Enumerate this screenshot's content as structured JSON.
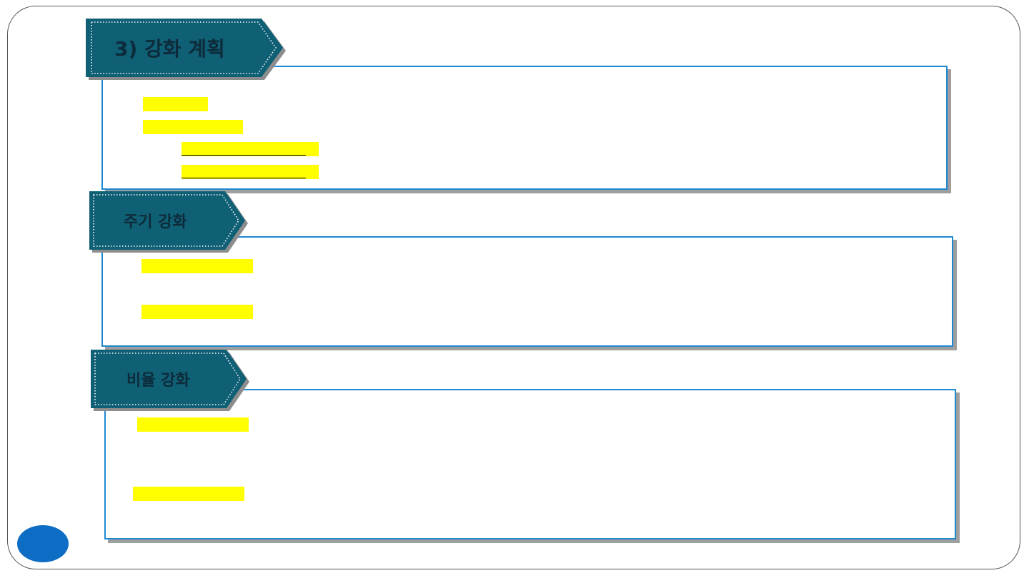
{
  "section_title": "3) 강화 계획",
  "subsections": [
    {
      "title": "주기 강화"
    },
    {
      "title": "비율 강화"
    }
  ],
  "colors": {
    "tab_fill": "#0f5f75",
    "box_border": "#1e88d1",
    "highlight": "#ffff00",
    "page_dot": "#0d6cc4"
  }
}
